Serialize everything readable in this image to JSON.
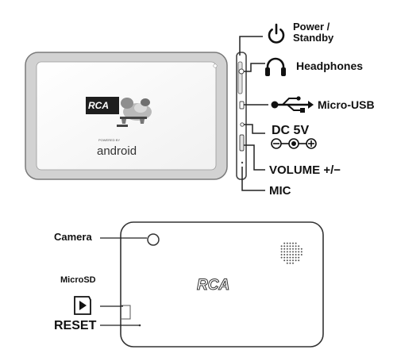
{
  "front": {
    "brand_logo": "RCA",
    "android_caption": "POWERED BY",
    "android_wordmark": "android"
  },
  "side_labels": {
    "power": [
      "Power /",
      "Standby"
    ],
    "headphones": "Headphones",
    "micro_usb": "Micro-USB",
    "dc": "DC 5V",
    "volume": "VOLUME +/−",
    "mic": "MIC"
  },
  "back_labels": {
    "camera": "Camera",
    "microsd": "MicroSD",
    "reset": "RESET",
    "brand_logo": "RCA"
  },
  "icons": [
    "power-icon",
    "headphones-icon",
    "usb-icon",
    "dc-polarity-icon",
    "microsd-card-icon"
  ]
}
